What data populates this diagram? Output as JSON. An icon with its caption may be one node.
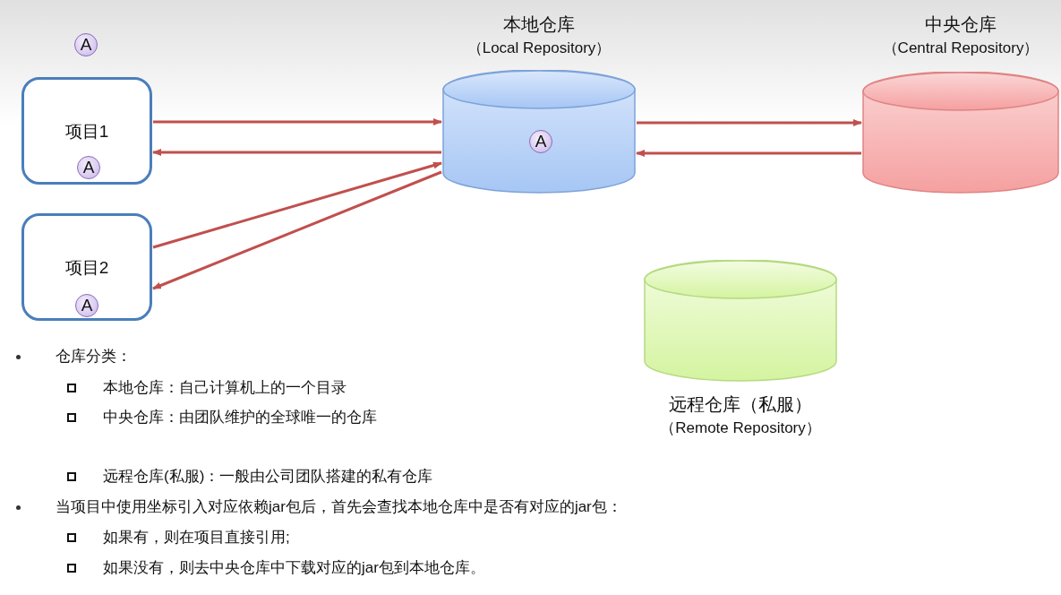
{
  "diagram": {
    "nodes": [
      {
        "text": [
          "A"
        ]
      },
      {
        "text": [
          "项目1"
        ]
      },
      {
        "text": [
          "A"
        ],
        "in": 1
      },
      {
        "text": [
          "项目2"
        ]
      },
      {
        "text": [
          "A"
        ],
        "in": 3
      },
      {
        "text": [
          "本地仓库",
          "（Local Repository）"
        ]
      },
      {
        "text": [
          "A"
        ],
        "in": 5
      },
      {
        "text": [
          "中央仓库",
          "（Central Repository）"
        ]
      },
      {
        "text": [
          "远程仓库（私服）",
          "（Remote Repository）"
        ]
      }
    ],
    "edges": [
      {
        "from": 1,
        "to": 5,
        "arrow": "to"
      },
      {
        "from": 5,
        "to": 1,
        "arrow": "to"
      },
      {
        "from": 3,
        "to": 5,
        "arrow": "to"
      },
      {
        "from": 5,
        "to": 3,
        "arrow": "to"
      },
      {
        "from": 5,
        "to": 7,
        "arrow": "to"
      },
      {
        "from": 7,
        "to": 5,
        "arrow": "to"
      }
    ],
    "labels": [
      "仓库分类：",
      "本地仓库：自己计算机上的一个目录",
      "中央仓库：由团队维护的全球唯一的仓库",
      "远程仓库(私服)：一般由公司团队搭建的私有仓库",
      "当项目中使用坐标引入对应依赖jar包后，首先会查找本地仓库中是否有对应的jar包：",
      "如果有，则在项目直接引用;",
      "如果没有，则去中央仓库中下载对应的jar包到本地仓库。"
    ]
  }
}
